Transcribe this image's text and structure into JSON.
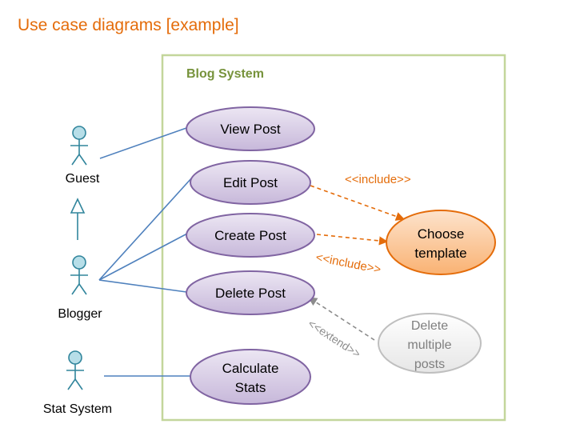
{
  "title": "Use case diagrams [example]",
  "system": {
    "title": "Blog System"
  },
  "actors": {
    "guest": "Guest",
    "blogger": "Blogger",
    "stat_system": "Stat System"
  },
  "use_cases": {
    "view_post": "View Post",
    "edit_post": "Edit Post",
    "create_post": "Create Post",
    "delete_post": "Delete Post",
    "calculate_stats": [
      "Calculate",
      "Stats"
    ],
    "choose_template": [
      "Choose",
      "template"
    ],
    "delete_multiple": [
      "Delete",
      "multiple",
      "posts"
    ]
  },
  "relations": {
    "include_1": "<<include>>",
    "include_2": "<<include>>",
    "extend": "<<extend>>"
  },
  "colors": {
    "title": "#e46c0a",
    "system_border": "#c3d69b",
    "system_title": "#77933c",
    "use_case_fill": "#ccc1da",
    "use_case_border": "#8064a2",
    "template_fill": "#fac090",
    "template_border": "#e46c0a",
    "extension_fill": "#f2f2f2",
    "extension_border": "#bfbfbf",
    "actor_fill": "#b7dee8",
    "actor_stroke": "#31859c",
    "association": "#4f81bd"
  }
}
